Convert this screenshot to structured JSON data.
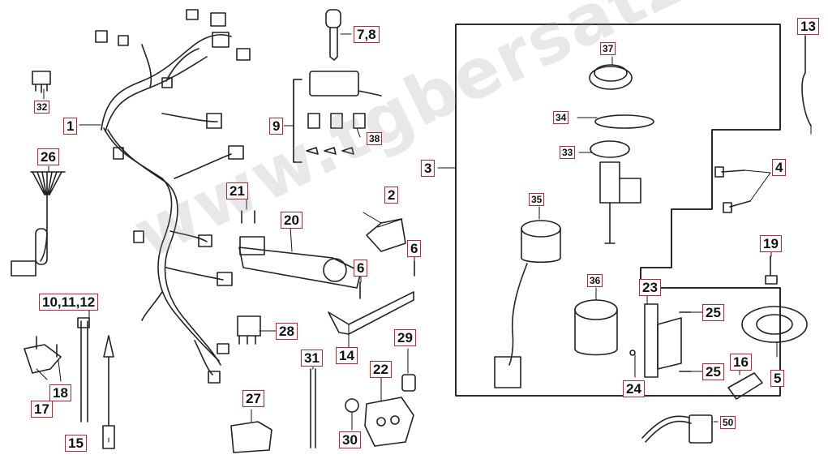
{
  "watermark": "www.tgbersatzteile.de",
  "labels": {
    "l1": "1",
    "l2": "2",
    "l3": "3",
    "l4": "4",
    "l5": "5",
    "l6a": "6",
    "l6b": "6",
    "l78": "7,8",
    "l9": "9",
    "l10_12": "10,11,12",
    "l13": "13",
    "l14": "14",
    "l15": "15",
    "l16": "16",
    "l17": "17",
    "l18": "18",
    "l19": "19",
    "l20": "20",
    "l21": "21",
    "l22": "22",
    "l23": "23",
    "l24": "24",
    "l25a": "25",
    "l25b": "25",
    "l26": "26",
    "l27": "27",
    "l28": "28",
    "l29": "29",
    "l30": "30",
    "l31": "31",
    "l32": "32",
    "l33": "33",
    "l34": "34",
    "l35": "35",
    "l36": "36",
    "l37": "37",
    "l38": "38",
    "l50": "50"
  }
}
